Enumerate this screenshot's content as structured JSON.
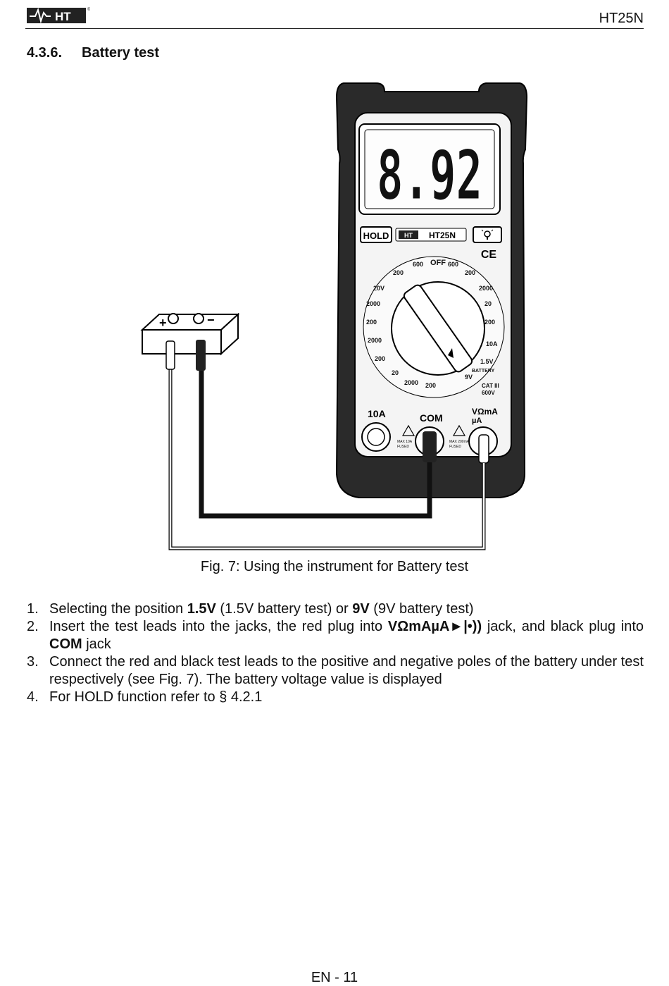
{
  "header": {
    "logo_text": "HT",
    "model": "HT25N"
  },
  "section": {
    "number": "4.3.6.",
    "title": "Battery test"
  },
  "figure": {
    "caption": "Fig. 7: Using the instrument for Battery test",
    "display_reading": "8.92",
    "buttons": {
      "hold": "HOLD",
      "brand": "HT",
      "model": "HT25N"
    },
    "dial_labels": {
      "off": "OFF",
      "v_dc_600": "600",
      "v_dc_200": "200",
      "v_dc_20": "20V",
      "mv_2000": "2000",
      "mv_200": "200",
      "k_2000": "2000",
      "k_200": "200",
      "k_20": "20",
      "ohm_2000": "2000",
      "ohm_200": "200",
      "v_ac_600": "600",
      "v_ac_200": "200",
      "ua_2000": "2000",
      "ma_20": "20",
      "ma_200": "200",
      "a_10": "10A",
      "batt_15": "1.5V",
      "battery": "BATTERY",
      "batt_9": "9V",
      "cat": "CAT III",
      "cat_v": "600V"
    },
    "jacks": {
      "a10": "10A",
      "com": "COM",
      "vohm": "VΩmA",
      "ua": "µA",
      "max10": "MAX 10A",
      "max200": "MAX 200mA",
      "fused": "FUSED"
    },
    "battery_plus": "+",
    "battery_minus": "−"
  },
  "steps": [
    {
      "n": "1.",
      "a": "Selecting the position ",
      "b": "1.5V",
      "c": " (1.5V battery test) or ",
      "d": "9V",
      "e": " (9V battery test)"
    },
    {
      "n": "2.",
      "a": "Insert the test leads into the jacks, the red plug into ",
      "b": "VΩmAµA",
      "c": " jack, and black plug into ",
      "d": "COM",
      "e": " jack"
    },
    {
      "n": "3.",
      "a": "Connect the red and black test leads to the positive and negative poles of the battery under test respectively (see Fig. 7). The battery voltage value is displayed"
    },
    {
      "n": "4.",
      "a": "For HOLD function refer to § 4.2.1"
    }
  ],
  "footer": {
    "page": "EN - 11"
  }
}
